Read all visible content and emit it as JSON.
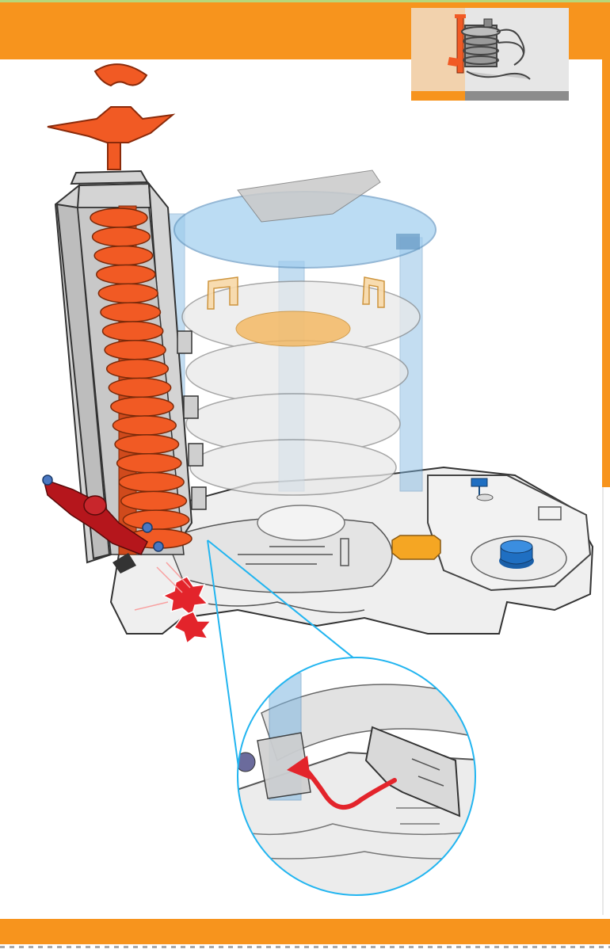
{
  "palette": {
    "header_orange": "#f7941d",
    "auger_orange": "#f15a24",
    "tower_blue": "#7fb6e0",
    "accent_gold": "#f5b65c",
    "knob_blue": "#1f6fc2",
    "arrow_red": "#e3242b",
    "callout_blue": "#22b5f0",
    "figure_red": "#b5161c"
  },
  "icons": {
    "thumbnail": "toy-playset-thumbnail",
    "arrow": "curved-red-arrow",
    "burst": "impact-burst",
    "flag": "blue-flag",
    "knob": "blue-knob"
  }
}
